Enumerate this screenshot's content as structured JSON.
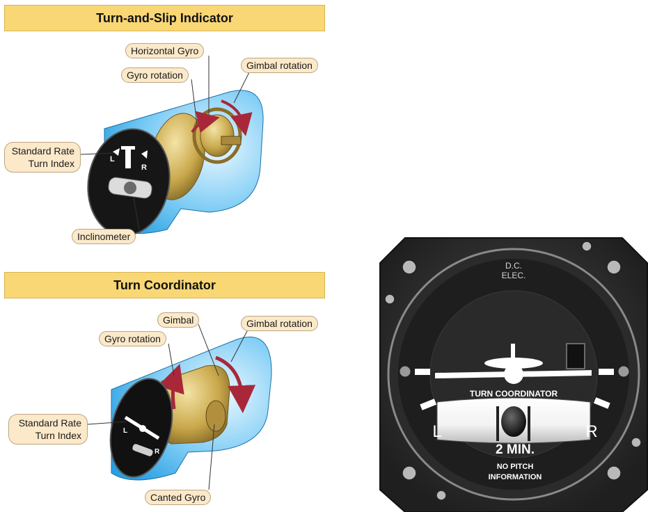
{
  "colors": {
    "banner": "#f9d774",
    "callout_fill": "#fbe9c9",
    "housing_blue": "#4ab3ec",
    "gyro_gold": "#c8a84a",
    "arrow_red": "#a8283a",
    "instrument_face": "#1c1c1c"
  },
  "panels": {
    "turn_slip": {
      "title": "Turn-and-Slip Indicator",
      "labels": {
        "horizontal_gyro": "Horizontal Gyro",
        "gyro_rotation": "Gyro rotation",
        "gimbal_rotation": "Gimbal rotation",
        "standard_rate_line1": "Standard Rate",
        "standard_rate_line2": "Turn Index",
        "inclinometer": "Inclinometer"
      },
      "dial": {
        "left": "L",
        "right": "R"
      }
    },
    "turn_coordinator": {
      "title": "Turn Coordinator",
      "labels": {
        "gimbal": "Gimbal",
        "gyro_rotation": "Gyro rotation",
        "gimbal_rotation": "Gimbal rotation",
        "standard_rate_line1": "Standard Rate",
        "standard_rate_line2": "Turn Index",
        "canted_gyro": "Canted Gyro"
      },
      "dial": {
        "left": "L",
        "right": "R"
      }
    }
  },
  "instrument": {
    "power_line1": "D.C.",
    "power_line2": "ELEC.",
    "title": "TURN COORDINATOR",
    "left": "L",
    "right": "R",
    "rate": "2 MIN.",
    "note_line1": "NO PITCH",
    "note_line2": "INFORMATION"
  }
}
